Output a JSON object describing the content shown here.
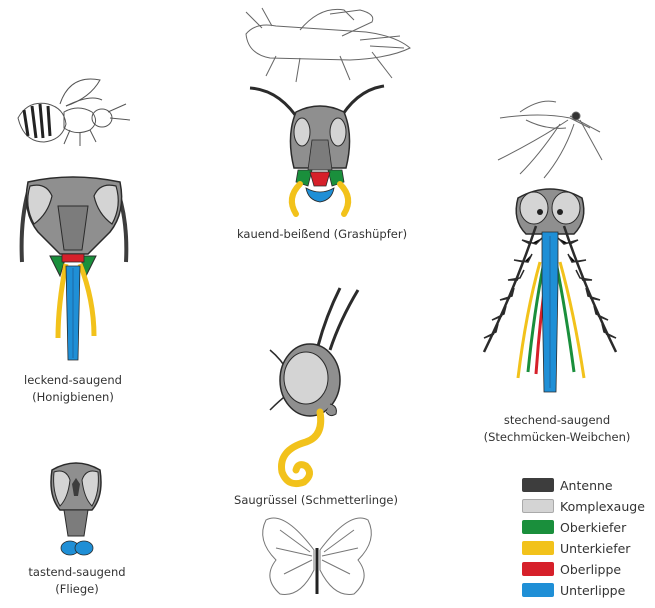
{
  "colors": {
    "antenne": "#3d3d3d",
    "komplexauge": "#d4d4d4",
    "oberkiefer": "#1a8f3c",
    "unterkiefer": "#f2c21b",
    "oberlippe": "#d6202a",
    "unterlippe": "#1f8fd6",
    "head": "#8f8f8f",
    "outline": "#2b2b2b"
  },
  "captions": {
    "honeybee_line1": "leckend-saugend",
    "honeybee_line2": "(Honigbienen)",
    "grasshopper": "kauend-beißend (Grashüpfer)",
    "mosquito_line1": "stechend-saugend",
    "mosquito_line2": "(Stechmücken-Weibchen)",
    "butterfly": "Saugrüssel (Schmetterlinge)",
    "fly_line1": "tastend-saugend",
    "fly_line2": "(Fliege)"
  },
  "legend": [
    {
      "label": "Antenne",
      "color": "#3d3d3d"
    },
    {
      "label": "Komplexauge",
      "color": "#d4d4d4"
    },
    {
      "label": "Oberkiefer",
      "color": "#1a8f3c"
    },
    {
      "label": "Unterkiefer",
      "color": "#f2c21b"
    },
    {
      "label": "Oberlippe",
      "color": "#d6202a"
    },
    {
      "label": "Unterlippe",
      "color": "#1f8fd6"
    }
  ]
}
